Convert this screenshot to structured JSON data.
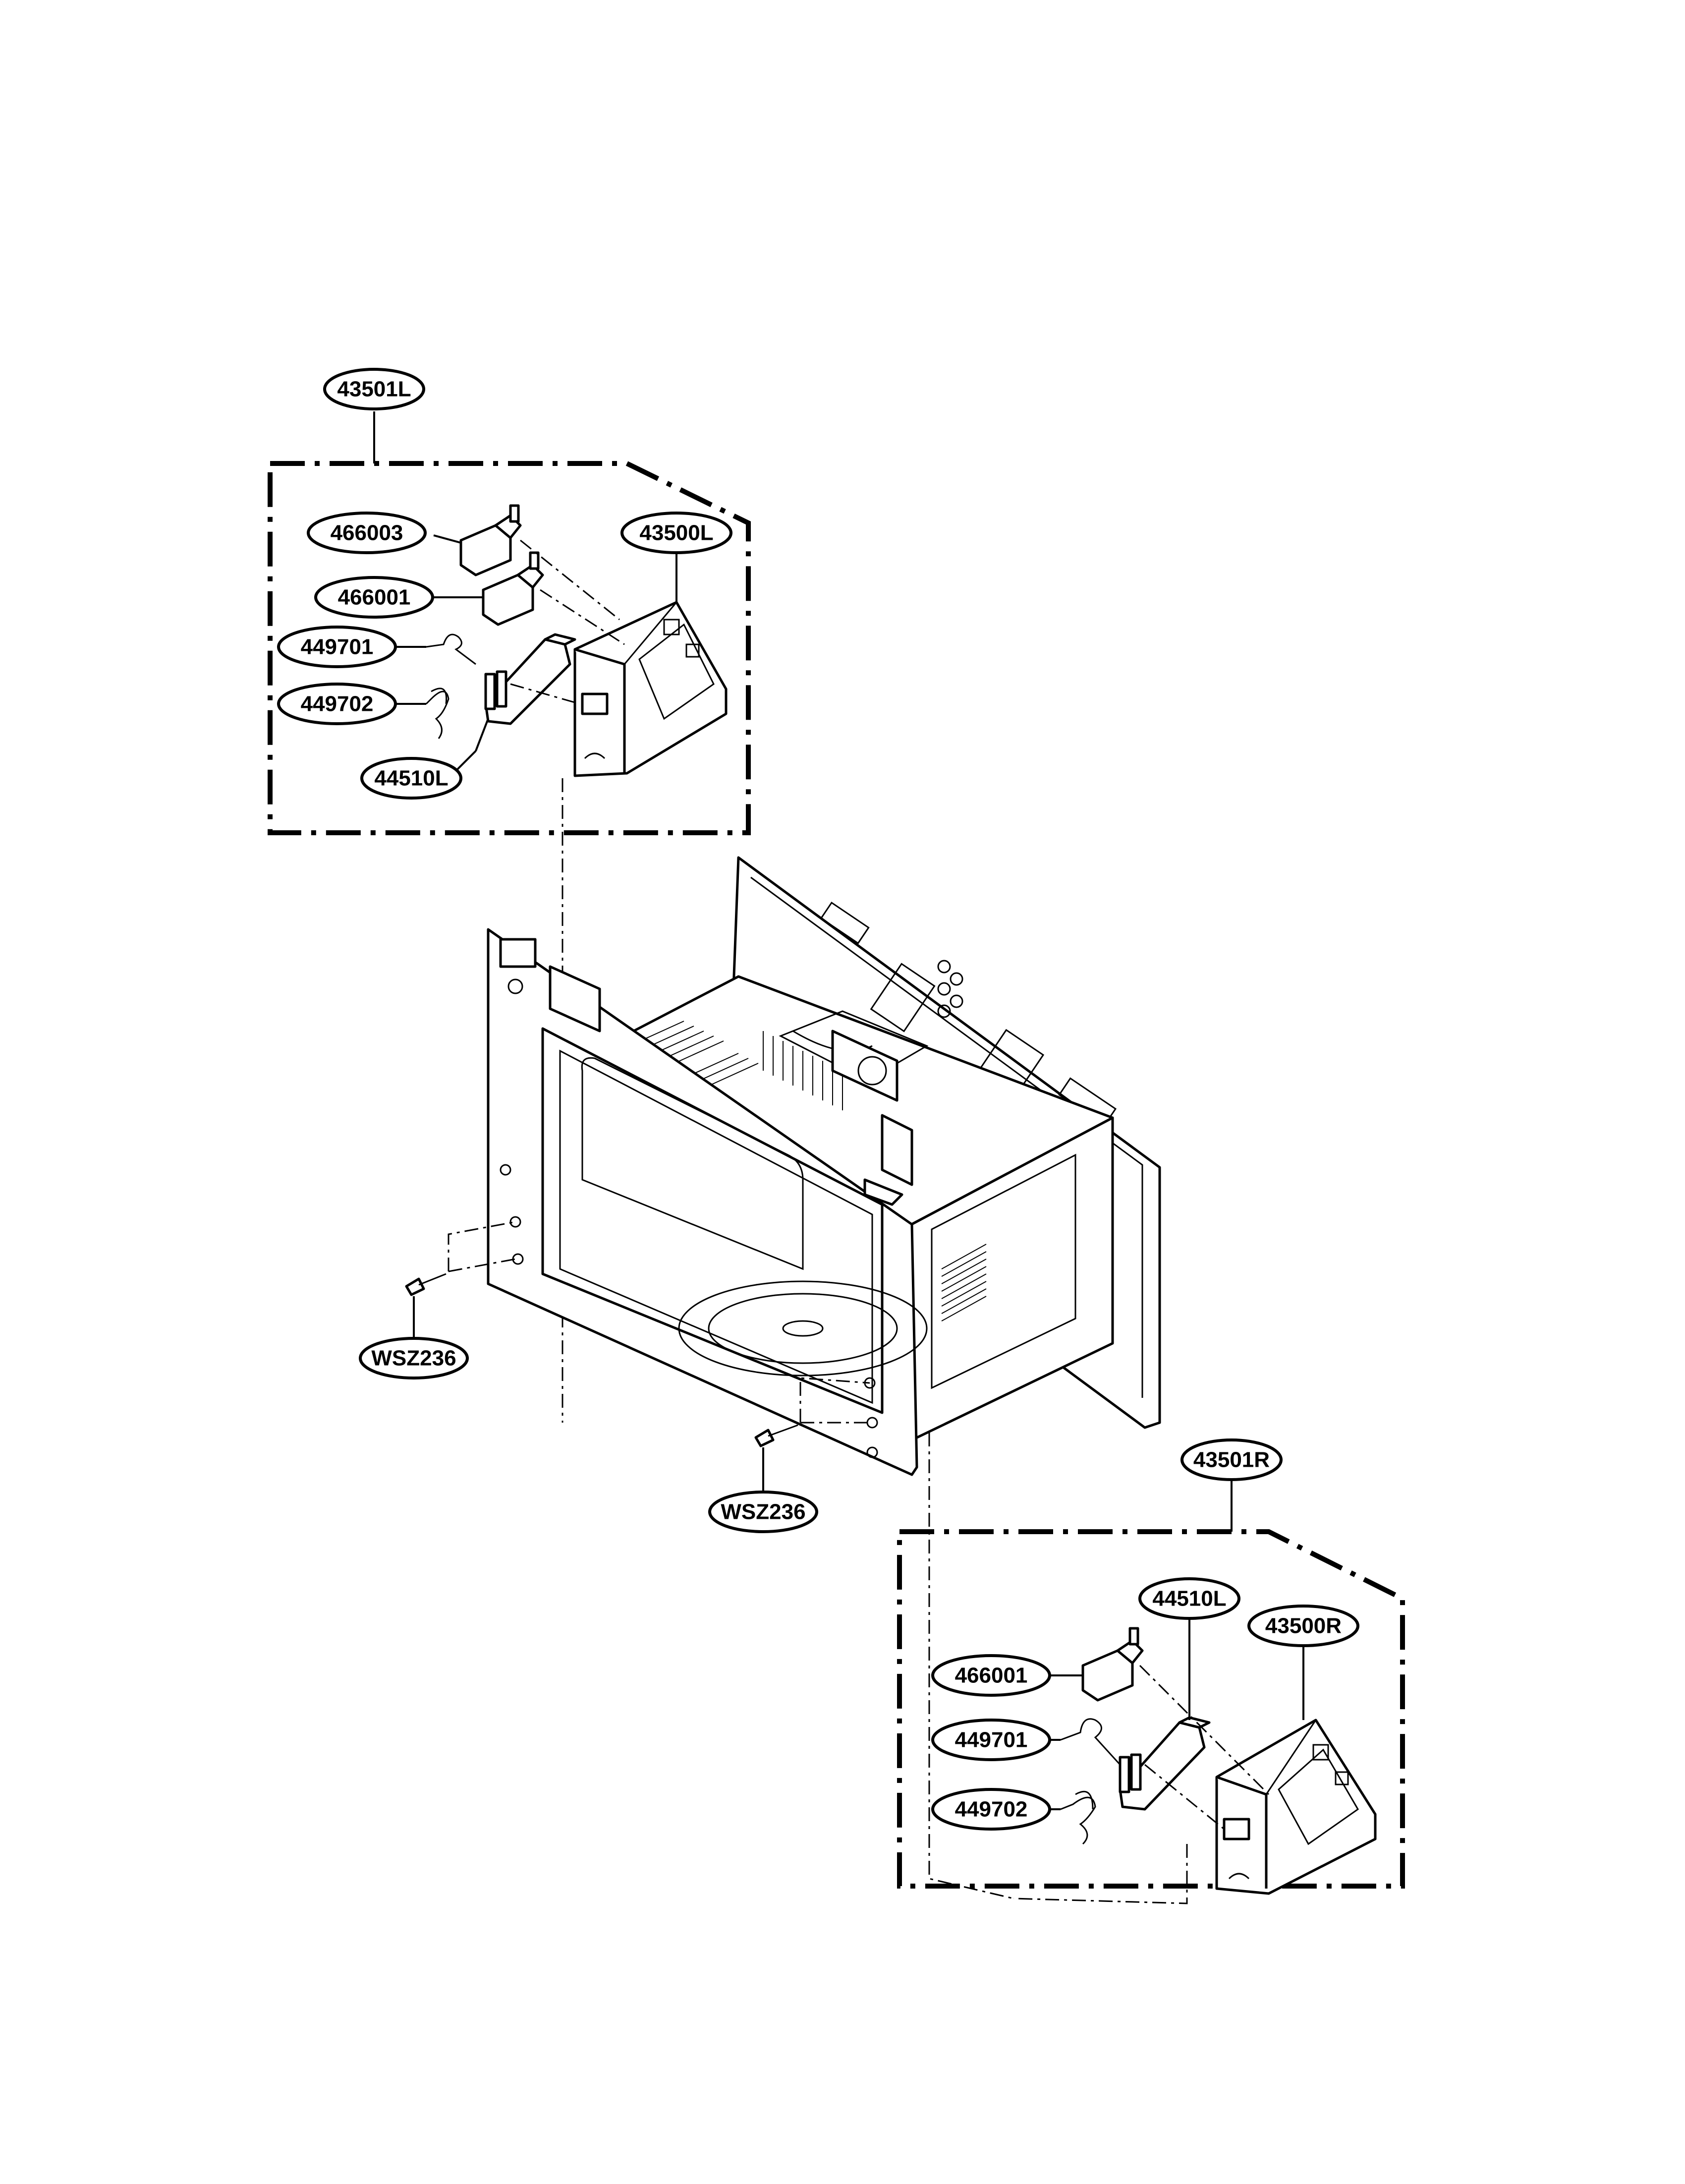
{
  "diagram": {
    "labels": {
      "l43501L": "43501L",
      "l466003": "466003",
      "l466001_top": "466001",
      "l449701_top": "449701",
      "l449702_top": "449702",
      "l43500L": "43500L",
      "l44510L_top": "44510L",
      "lWSZ236_left": "WSZ236",
      "lWSZ236_mid": "WSZ236",
      "l43501R": "43501R",
      "l44510L_bot": "44510L",
      "l43500R": "43500R",
      "l466001_bot": "466001",
      "l449701_bot": "449701",
      "l449702_bot": "449702"
    }
  }
}
